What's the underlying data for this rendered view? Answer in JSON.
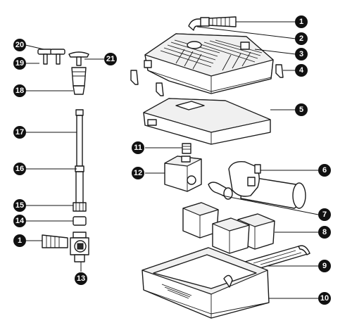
{
  "diagram": {
    "type": "exploded-parts-view",
    "callouts": [
      {
        "id": "c1a",
        "number": "1"
      },
      {
        "id": "c2",
        "number": "2"
      },
      {
        "id": "c3",
        "number": "3"
      },
      {
        "id": "c4",
        "number": "4"
      },
      {
        "id": "c5",
        "number": "5"
      },
      {
        "id": "c6",
        "number": "6"
      },
      {
        "id": "c7",
        "number": "7"
      },
      {
        "id": "c8",
        "number": "8"
      },
      {
        "id": "c9",
        "number": "9"
      },
      {
        "id": "c10",
        "number": "10"
      },
      {
        "id": "c11",
        "number": "11"
      },
      {
        "id": "c12",
        "number": "12"
      },
      {
        "id": "c13",
        "number": "13"
      },
      {
        "id": "c14",
        "number": "14"
      },
      {
        "id": "c15",
        "number": "15"
      },
      {
        "id": "c16",
        "number": "16"
      },
      {
        "id": "c17",
        "number": "17"
      },
      {
        "id": "c18",
        "number": "18"
      },
      {
        "id": "c19",
        "number": "19"
      },
      {
        "id": "c20",
        "number": "20"
      },
      {
        "id": "c21",
        "number": "21"
      },
      {
        "id": "c1b",
        "number": "1"
      }
    ],
    "colors": {
      "line": "#111111",
      "badge": "#111111",
      "badge_text": "#ffffff",
      "part_fill": "#ffffff"
    }
  }
}
